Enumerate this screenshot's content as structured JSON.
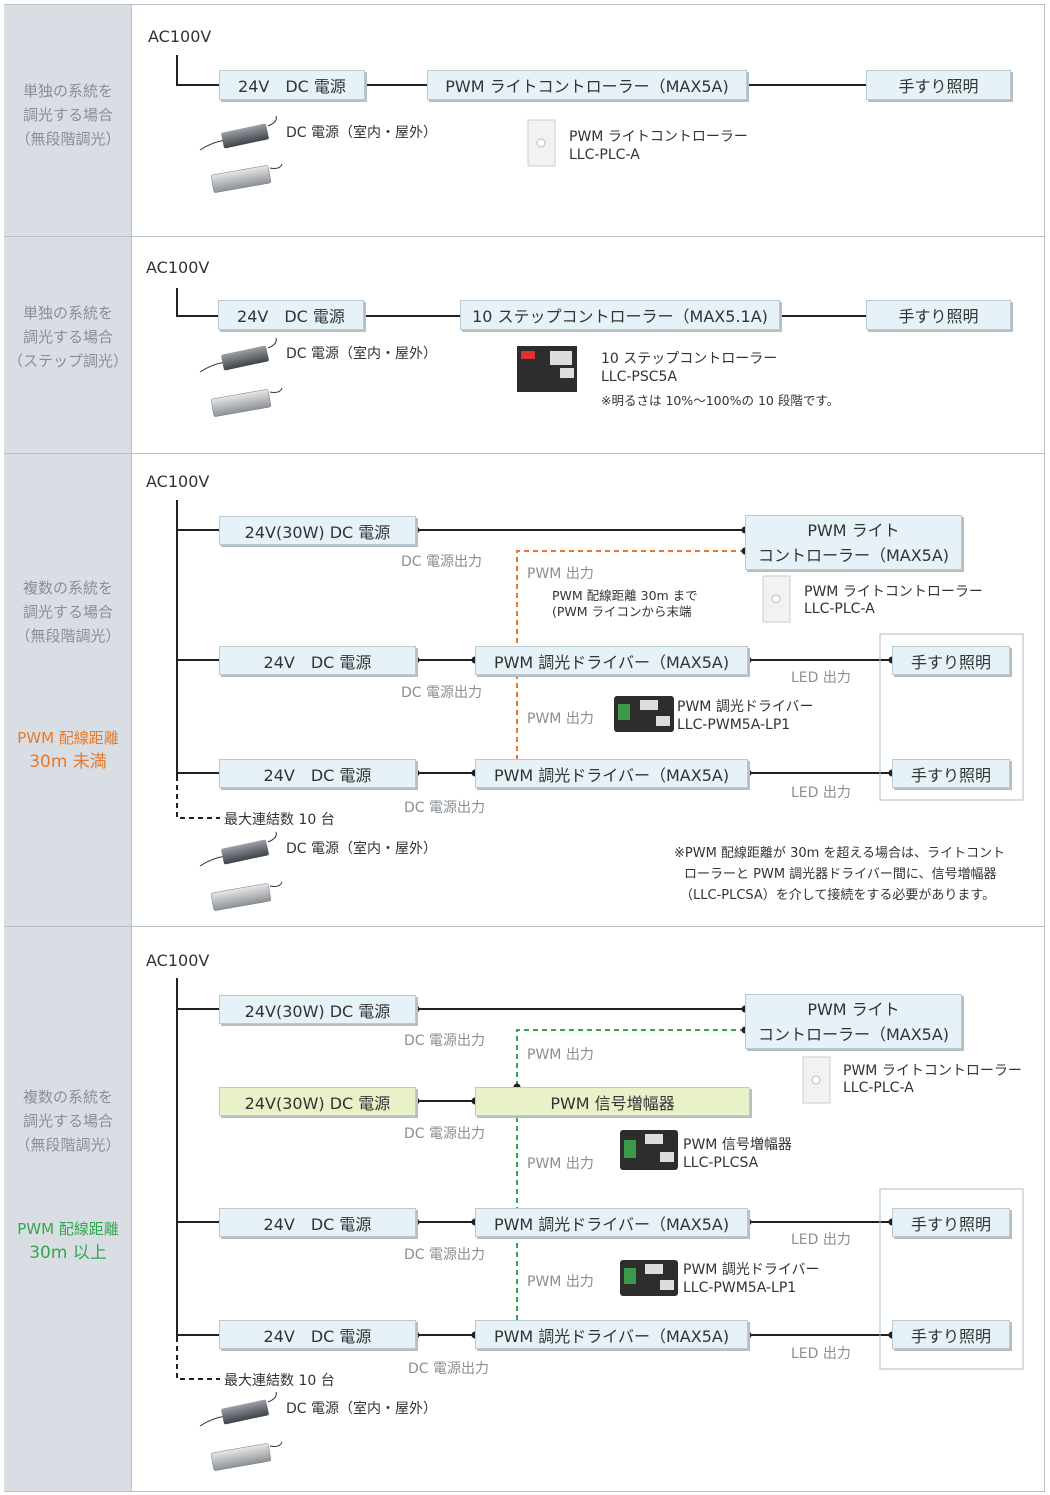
{
  "colors": {
    "box_fill": "#e6f2f7",
    "box_yellow": "#e9f1c9",
    "side_bg": "#d8dee3",
    "dash_orange": "#e8792a",
    "dash_green": "#32a84e",
    "line": "#222222"
  },
  "s1": {
    "side": [
      "単独の系統を",
      "調光する場合",
      "（無段階調光）"
    ],
    "ac": "AC100V",
    "psu": "24V　DC 電源",
    "ctrl": "PWM ライトコントローラー（MAX5A)",
    "rail": "手すり照明",
    "psu_note": "DC 電源（室内・屋外）",
    "dev_name": "PWM ライトコントローラー",
    "dev_model": "LLC-PLC-A"
  },
  "s2": {
    "side": [
      "単独の系統を",
      "調光する場合",
      "（ステップ調光）"
    ],
    "ac": "AC100V",
    "psu": "24V　DC 電源",
    "ctrl": "10 ステップコントローラー（MAX5.1A)",
    "rail": "手すり照明",
    "psu_note": "DC 電源（室内・屋外）",
    "dev_name": "10 ステップコントローラー",
    "dev_model": "LLC-PSC5A",
    "dev_note": "※明るさは 10%～100%の 10 段階です。"
  },
  "s3": {
    "side": [
      "複数の系統を",
      "調光する場合",
      "（無段階調光）"
    ],
    "accent1": "PWM 配線距離",
    "accent2": "30m 未満",
    "ac": "AC100V",
    "psu_main": "24V(30W) DC 電源",
    "ctrl_l1": "PWM ライト",
    "ctrl_l2": "コントローラー（MAX5A)",
    "dc_out": "DC 電源出力",
    "pwm_out": "PWM 出力",
    "dist_l1": "PWM 配線距離 30m まで",
    "dist_l2": "(PWM ライコンから末端",
    "ctrl_name": "PWM ライトコントローラー",
    "ctrl_model": "LLC-PLC-A",
    "psu": "24V　DC 電源",
    "drv": "PWM 調光ドライバー（MAX5A)",
    "rail": "手すり照明",
    "led_out": "LED 出力",
    "drv_name": "PWM 調光ドライバー",
    "drv_model": "LLC-PWM5A-LP1",
    "max": "最大連結数 10 台",
    "psu_note": "DC 電源（室内・屋外）",
    "note": [
      "※PWM 配線距離が 30m を超える場合は、ライトコント",
      "ローラーと PWM 調光器ドライバー間に、信号増幅器",
      "（LLC-PLCSA）を介して接続をする必要があります。"
    ]
  },
  "s4": {
    "side": [
      "複数の系統を",
      "調光する場合",
      "（無段階調光）"
    ],
    "accent1": "PWM 配線距離",
    "accent2": "30m 以上",
    "ac": "AC100V",
    "psu_main": "24V(30W) DC 電源",
    "ctrl_l1": "PWM ライト",
    "ctrl_l2": "コントローラー（MAX5A)",
    "dc_out": "DC 電源出力",
    "pwm_out": "PWM 出力",
    "ctrl_name": "PWM ライトコントローラー",
    "ctrl_model": "LLC-PLC-A",
    "amp": "PWM 信号増幅器",
    "amp_name": "PWM 信号増幅器",
    "amp_model": "LLC-PLCSA",
    "psu": "24V　DC 電源",
    "drv": "PWM 調光ドライバー（MAX5A)",
    "rail": "手すり照明",
    "led_out": "LED 出力",
    "drv_name": "PWM 調光ドライバー",
    "drv_model": "LLC-PWM5A-LP1",
    "max": "最大連結数 10 台",
    "psu_note": "DC 電源（室内・屋外）"
  }
}
